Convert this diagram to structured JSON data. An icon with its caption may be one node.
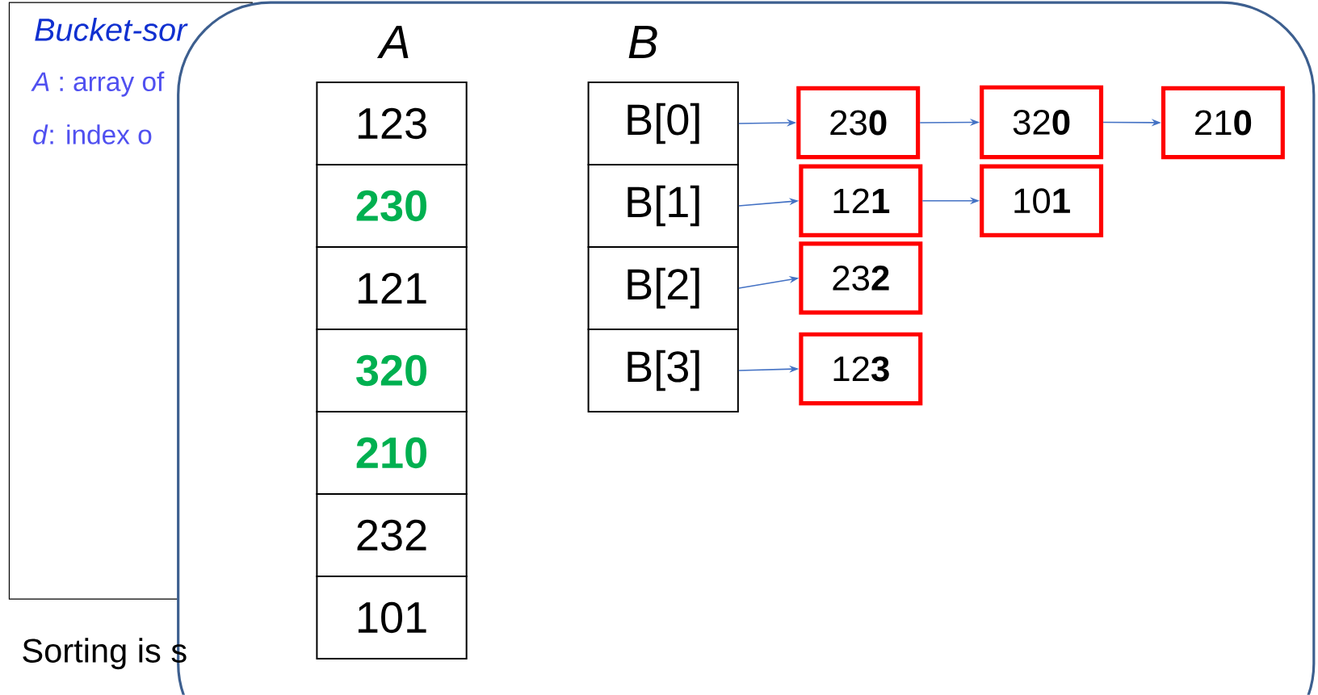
{
  "diagram": {
    "nodes": [
      {
        "text": [
          "123"
        ]
      },
      {
        "text": [
          "230"
        ]
      },
      {
        "text": [
          "121"
        ]
      },
      {
        "text": [
          "320"
        ]
      },
      {
        "text": [
          "210"
        ]
      },
      {
        "text": [
          "232"
        ]
      },
      {
        "text": [
          "101"
        ]
      },
      {
        "text": [
          "B[0]"
        ]
      },
      {
        "text": [
          "B[1]"
        ]
      },
      {
        "text": [
          "B[2]"
        ]
      },
      {
        "text": [
          "B[3]"
        ]
      },
      {
        "text": [
          "23**0**"
        ]
      },
      {
        "text": [
          "32**0**"
        ]
      },
      {
        "text": [
          "21**0**"
        ]
      },
      {
        "text": [
          "12**1**"
        ]
      },
      {
        "text": [
          "10**1**"
        ]
      },
      {
        "text": [
          "23**2**"
        ]
      },
      {
        "text": [
          "12**3**"
        ]
      }
    ],
    "edges": [
      {
        "from": 7,
        "to": 11,
        "arrow": "to"
      },
      {
        "from": 11,
        "to": 12,
        "arrow": "to"
      },
      {
        "from": 12,
        "to": 13,
        "arrow": "to"
      },
      {
        "from": 8,
        "to": 14,
        "arrow": "to"
      },
      {
        "from": 14,
        "to": 15,
        "arrow": "to"
      },
      {
        "from": 9,
        "to": 16,
        "arrow": "to"
      },
      {
        "from": 10,
        "to": 17,
        "arrow": "to"
      }
    ],
    "labels": [
      "Bucket-sor",
      "*A* : array of",
      "*d*:  index o",
      "A",
      "B",
      "Sorting is s"
    ]
  }
}
